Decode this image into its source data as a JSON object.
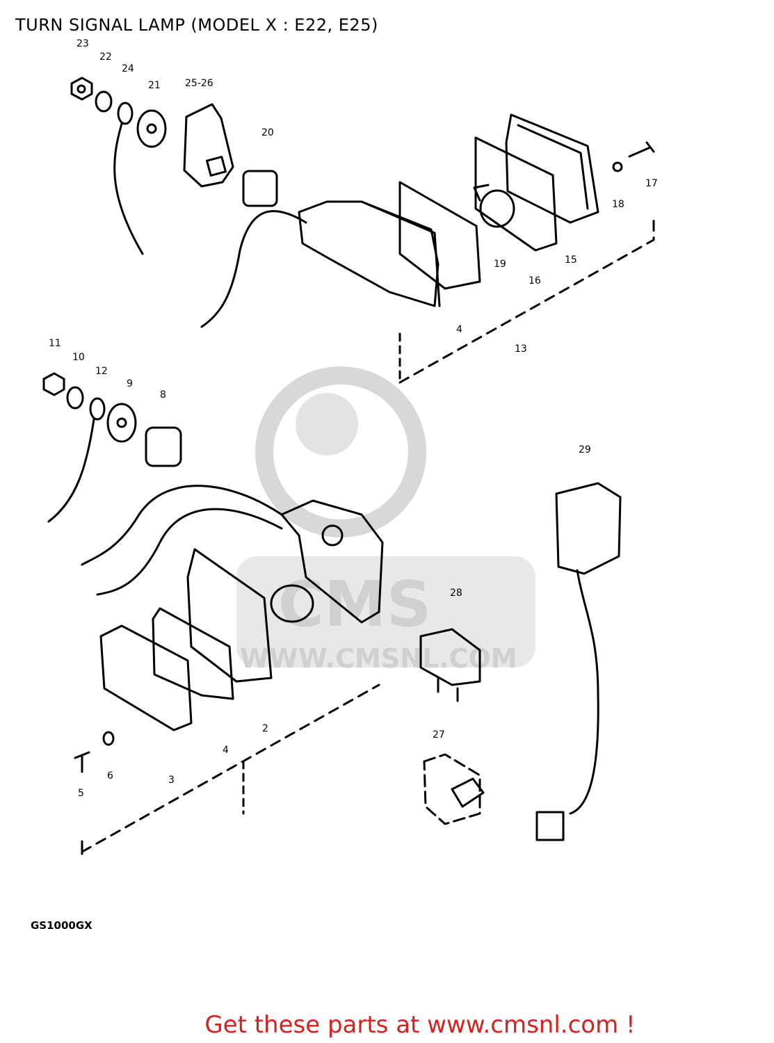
{
  "header": {
    "title": "TURN SIGNAL LAMP (MODEL X : E22, E25)"
  },
  "diagram": {
    "model_code": "GS1000GX",
    "watermark": {
      "brand": "CMS",
      "url": "WWW.CMSNL.COM"
    },
    "part_labels": [
      "23",
      "22",
      "24",
      "21",
      "25-26",
      "20",
      "17",
      "18",
      "15",
      "16",
      "19",
      "4",
      "13",
      "11",
      "10",
      "12",
      "9",
      "8",
      "29",
      "28",
      "27",
      "2",
      "4",
      "3",
      "6",
      "5"
    ]
  },
  "footer": {
    "cta": "Get these parts at www.cmsnl.com !"
  }
}
